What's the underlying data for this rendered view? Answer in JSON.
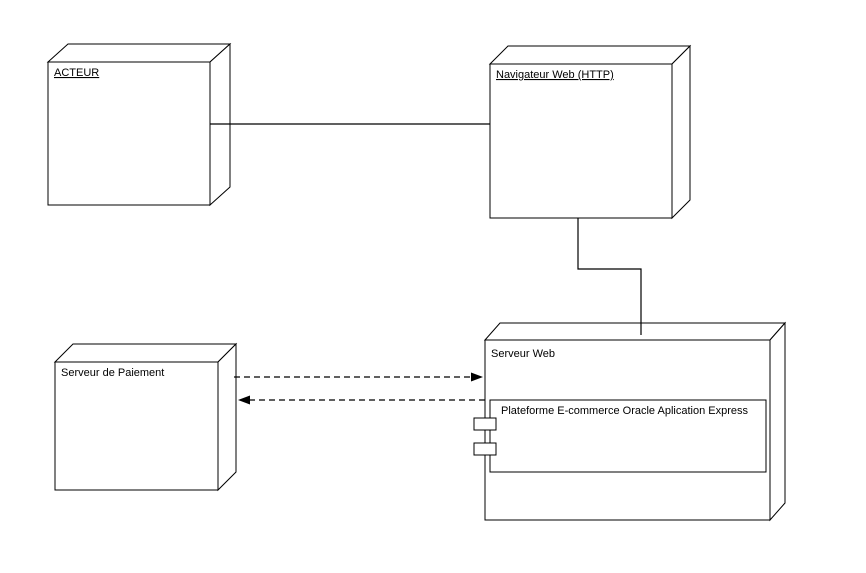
{
  "diagram": {
    "colors": {
      "stroke": "#000000",
      "node_fill": "#ffffff",
      "background": "#ffffff"
    },
    "nodes": {
      "acteur": {
        "label": "ACTEUR"
      },
      "navigateur": {
        "label": "Navigateur Web (HTTP)"
      },
      "paiement": {
        "label": "Serveur de Paiement"
      },
      "serveur_web": {
        "label": "Serveur Web"
      },
      "plateforme": {
        "label": "Plateforme E-commerce Oracle Aplication Express"
      }
    }
  }
}
